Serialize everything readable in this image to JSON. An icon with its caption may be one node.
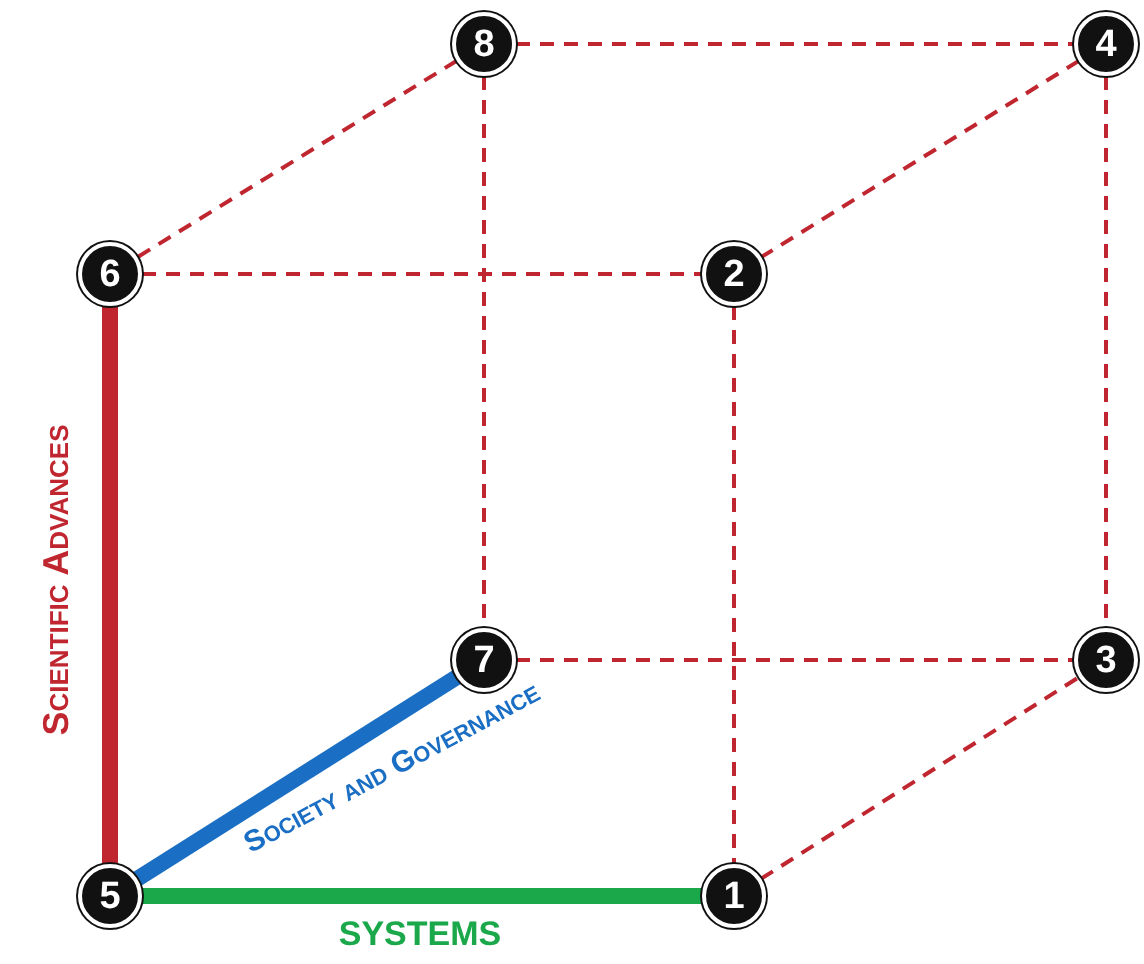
{
  "diagram": {
    "nodes": [
      {
        "text": [
          "8"
        ]
      },
      {
        "text": [
          "4"
        ]
      },
      {
        "text": [
          "6"
        ]
      },
      {
        "text": [
          "2"
        ]
      },
      {
        "text": [
          "7"
        ]
      },
      {
        "text": [
          "3"
        ]
      },
      {
        "text": [
          "5"
        ]
      },
      {
        "text": [
          "1"
        ]
      }
    ],
    "edges": [
      {
        "from": 0,
        "to": 1,
        "arrow": "none",
        "style": "dashed"
      },
      {
        "from": 0,
        "to": 2,
        "arrow": "none",
        "style": "dashed"
      },
      {
        "from": 1,
        "to": 3,
        "arrow": "none",
        "style": "dashed"
      },
      {
        "from": 2,
        "to": 3,
        "arrow": "none",
        "style": "dashed"
      },
      {
        "from": 0,
        "to": 4,
        "arrow": "none",
        "style": "dashed"
      },
      {
        "from": 1,
        "to": 5,
        "arrow": "none",
        "style": "dashed"
      },
      {
        "from": 3,
        "to": 7,
        "arrow": "none",
        "style": "dashed"
      },
      {
        "from": 4,
        "to": 5,
        "arrow": "none",
        "style": "dashed"
      },
      {
        "from": 7,
        "to": 5,
        "arrow": "none",
        "style": "dashed"
      },
      {
        "from": 2,
        "to": 6,
        "arrow": "none",
        "style": "thick",
        "label": "Scientific Advances"
      },
      {
        "from": 6,
        "to": 4,
        "arrow": "none",
        "style": "thick",
        "color": "#1a6fc4",
        "label": "Society and Governance"
      },
      {
        "from": 6,
        "to": 7,
        "arrow": "none",
        "style": "thick",
        "color": "#1aa84a",
        "label": "SYSTEMS"
      }
    ]
  }
}
